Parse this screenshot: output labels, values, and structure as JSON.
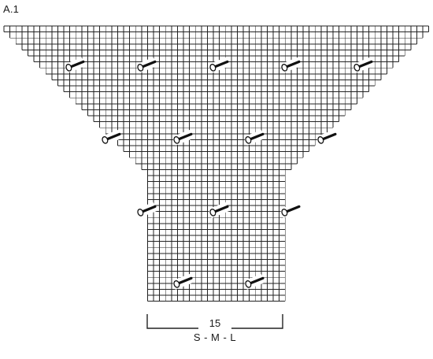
{
  "chart": {
    "title": "A.1",
    "width_count": "15",
    "size_label": "S - M - L",
    "symbol": "bead-icon",
    "colors": {
      "grid_line": "#222222",
      "symbol": "#111111",
      "background": "#ffffff"
    }
  }
}
